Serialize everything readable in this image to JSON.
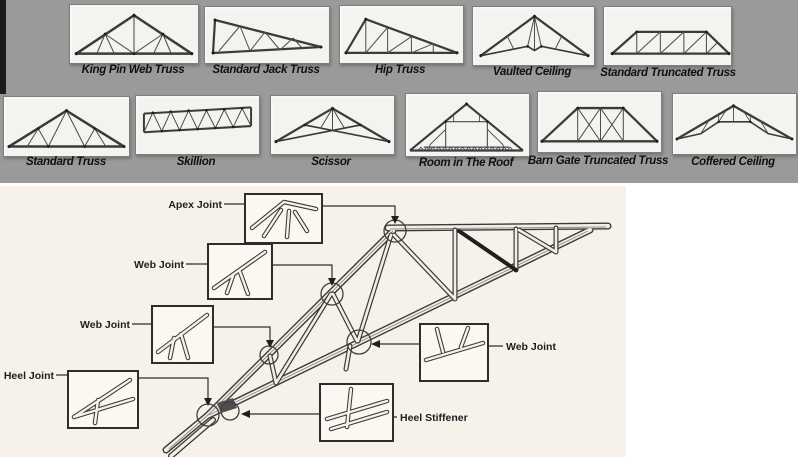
{
  "top_panel": {
    "background_color": "#9a9a9a",
    "card_color": "#f3f3f0",
    "row1": [
      {
        "label": "King Pin Web Truss"
      },
      {
        "label": "Standard Jack Truss"
      },
      {
        "label": "Hip Truss"
      },
      {
        "label": "Vaulted Ceiling"
      },
      {
        "label": "Standard Truncated Truss"
      }
    ],
    "row2": [
      {
        "label": "Standard Truss"
      },
      {
        "label": "Skillion"
      },
      {
        "label": "Scissor"
      },
      {
        "label": "Room in The Roof"
      },
      {
        "label": "Barn Gate Truncated Truss"
      },
      {
        "label": "Coffered Ceiling"
      }
    ]
  },
  "diagram": {
    "background_color": "#f6f2e9",
    "line_color": "#2f2f2f",
    "labels": {
      "apex": "Apex Joint",
      "web1": "Web Joint",
      "web2": "Web Joint",
      "heel": "Heel Joint",
      "web3": "Web Joint",
      "stiffener": "Heel Stiffener"
    }
  }
}
